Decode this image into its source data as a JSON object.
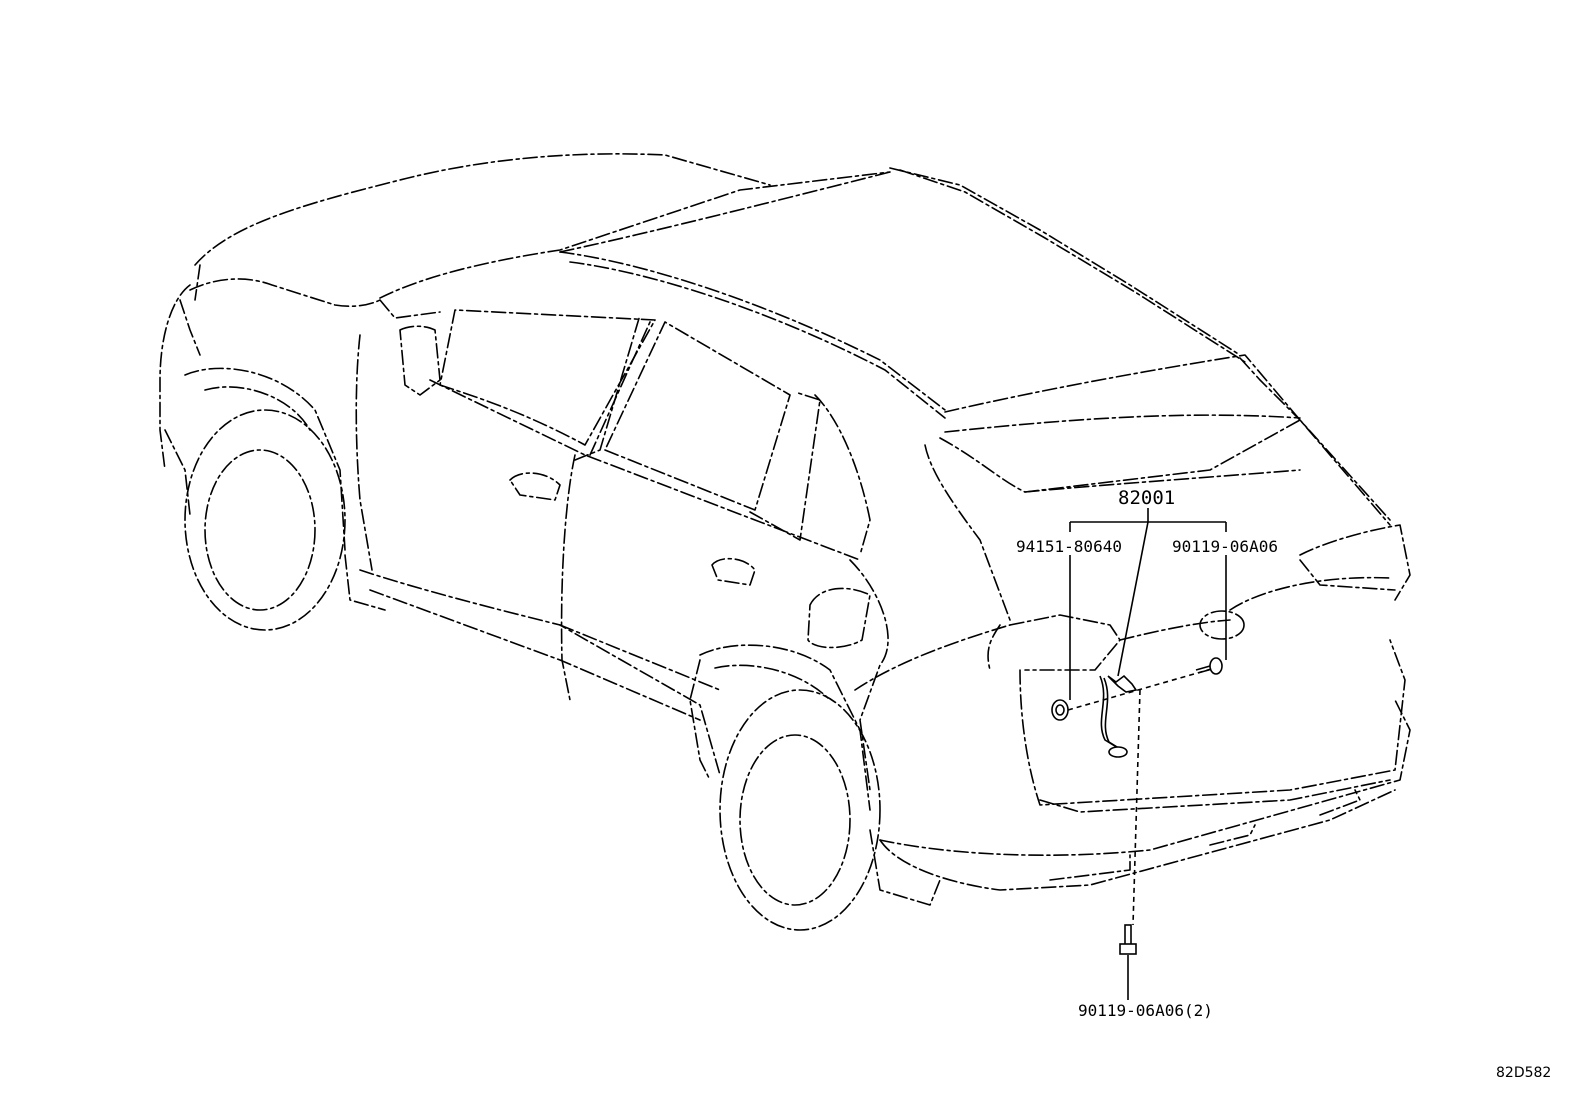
{
  "diagram": {
    "callouts": {
      "assembly": "82001",
      "left_part": "94151-80640",
      "right_part": "90119-06A06",
      "bottom_part": "90119-06A06(2)"
    },
    "reference_code": "82D582"
  }
}
